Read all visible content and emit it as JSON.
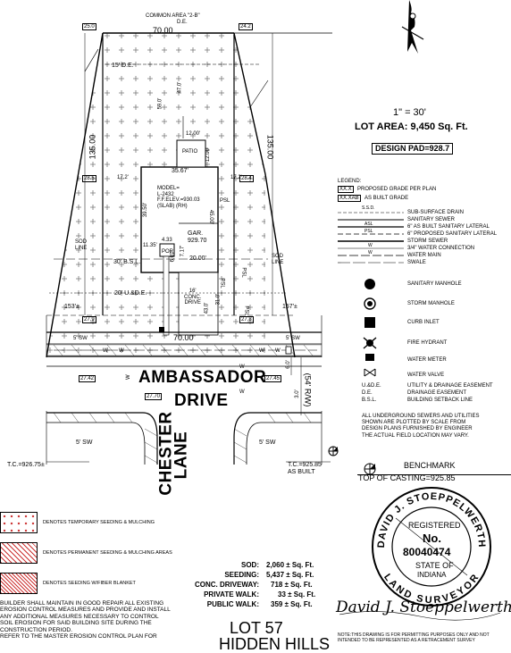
{
  "plan": {
    "common_area": "COMMON AREA \"2-B\"",
    "de_top": "D.E.",
    "width_top": "70.00",
    "corner_tl": "25.0",
    "corner_tr": "24.2",
    "de_15": "15' D.E.",
    "dim_47": "47.0'",
    "dim_59": "59.0'",
    "dim_135_left": "135.00",
    "dim_135_right": "135.00",
    "patio_w": "12.00'",
    "patio": "PATIO",
    "patio_h": "12.00'",
    "house_w": "35.67'",
    "side_left": "17.2'",
    "side_right": "17.2'",
    "corner_ml": "28.5",
    "corner_mr": "28.4",
    "model": "MODEL=\nL-2432\nF.F.ELEV.=930.03\n(SLAB) (RH)",
    "house_d": "39.50'",
    "house_d2": "45.00'",
    "psl_a": "PSL",
    "gar": "GAR.\n929.70",
    "dim_433": "4.33",
    "dim_1135": "11.35'",
    "dim_607": "6.07'",
    "por": "POR",
    "dim_717": "7.17'",
    "gar_w": "20.00'",
    "sod_line_l": "SOD\nLINE",
    "sod_line_r": "SOD\nLINE",
    "bsl": "30' B.S.L.",
    "psl_b": "PSL",
    "psl_c": "PSL",
    "ude": "20' U.&D.E.",
    "conc_drive": "16'\nCONC.\nDRIVE",
    "dim_310": "31.0'",
    "dim_430": "43.0'",
    "psl_d": "PSL",
    "lot_l": "153'±",
    "lot_r": "157'±",
    "corner_bl": "27.9",
    "corner_br": "27.8",
    "width_bottom": "70.00",
    "sw_top": "5' SW",
    "sw_top_r": "5' SW",
    "road_name": "AMBASSADOR",
    "road_name2": "DRIVE",
    "row_54": "(54' R/W)",
    "grade_l": "27.42",
    "grade_r": "27.45",
    "grade_mid": "27.70",
    "dim_60": "6.0'",
    "dim_30": "3.0'",
    "sw_bot_l": "5' SW",
    "sw_bot_r": "5' SW",
    "chester": "CHESTER",
    "lane": "LANE",
    "tc_left": "T.C.=926.75±",
    "tc_right": "T.C.=925.85\nAS BUILT"
  },
  "info": {
    "scale": "1\" = 30'",
    "lot_area": "LOT AREA: 9,450  Sq. Ft.",
    "design_pad": "DESIGN PAD=928.7"
  },
  "legend": {
    "title": "LEGEND:",
    "items": [
      {
        "sym": "XX.X",
        "text": "PROPOSED GRADE PER PLAN"
      },
      {
        "sym": "XX.XAB",
        "text": "AS BUILT GRADE"
      },
      {
        "sym": "S.S.D.",
        "text": "SUB-SURFACE DRAIN"
      },
      {
        "sym": "",
        "text": "SANITARY SEWER"
      },
      {
        "sym": "ASL",
        "text": "6\" AS BUILT SANITARY LATERAL"
      },
      {
        "sym": "PSL",
        "text": "6\" PROPOSED SANITARY LATERAL"
      },
      {
        "sym": "",
        "text": "STORM SEWER"
      },
      {
        "sym": "W",
        "text": "3/4\" WATER CONNECTION"
      },
      {
        "sym": "W",
        "text": "WATER MAIN"
      },
      {
        "sym": "",
        "text": "SWALE"
      }
    ],
    "symbols": [
      {
        "icon": "sanitary-manhole",
        "text": "SANITARY MANHOLE"
      },
      {
        "icon": "storm-manhole",
        "text": "STORM MANHOLE"
      },
      {
        "icon": "curb-inlet",
        "text": "CURB INLET"
      },
      {
        "icon": "fire-hydrant",
        "text": "FIRE HYDRANT"
      },
      {
        "icon": "water-meter",
        "text": "WATER METER"
      },
      {
        "icon": "water-valve",
        "text": "WATER VALVE"
      }
    ],
    "abbrev": [
      {
        "k": "U.&D.E.",
        "v": "UTILITY & DRAINAGE EASEMENT"
      },
      {
        "k": "D.E.",
        "v": "DRAINAGE EASEMENT"
      },
      {
        "k": "B.S.L.",
        "v": "BUILDING SETBACK LINE"
      }
    ],
    "note": "ALL UNDERGROUND SEWERS AND UTILITIES\nSHOWN ARE PLOTTED BY SCALE FROM\nDESIGN PLANS FURNISHED BY ENGINEER\nTHE ACTUAL FIELD LOCATION MAY VARY.",
    "benchmark": "BENCHMARK",
    "benchmark_val": "TOP OF CASTING=925.85"
  },
  "seeding_legend": [
    {
      "kind": "temp",
      "text": "DENOTES TEMPORARY SEEDING & MULCHING"
    },
    {
      "kind": "perm",
      "text": "DENOTES PERMANENT SEEDING & MULCHING AREAS"
    },
    {
      "kind": "blanket",
      "text": "DENOTES SEEDING W/FIBER BLANKET"
    }
  ],
  "builder_note": "BUILDER SHALL MAINTAIN IN GOOD REPAIR ALL EXISTING\nEROSION CONTROL MEASURES AND PROVIDE AND INSTALL\nANY ADDITIONAL MEASURES NECESSARY TO CONTROL\nSOIL EROSION FOR SAID BUILDING SITE DURING THE\nCONSTRUCTION PERIOD.\nREFER TO THE MASTER EROSION CONTROL PLAN FOR",
  "quantities": [
    {
      "label": "SOD:",
      "value": "2,060 ±  Sq. Ft."
    },
    {
      "label": "SEEDING:",
      "value": "5,437 ±  Sq. Ft."
    },
    {
      "label": "CONC. DRIVEWAY:",
      "value": "718 ±  Sq. Ft."
    },
    {
      "label": "PRIVATE WALK:",
      "value": "33 ±  Sq. Ft."
    },
    {
      "label": "PUBLIC WALK:",
      "value": "359 ±  Sq. Ft."
    }
  ],
  "title_block": {
    "lot": "LOT 57",
    "sub": "HIDDEN HILLS"
  },
  "seal": {
    "name": "DAVID J. STOEPPELWERTH",
    "registered": "REGISTERED",
    "no": "No.",
    "number": "80040474",
    "state_of": "STATE OF",
    "state": "INDIANA",
    "role": "LAND SURVEYOR"
  },
  "signature": "David J. Stoeppelwerth",
  "footer_note": "NOTE:THIS DRAWING IS FOR PERMITTING PURPOSES ONLY AND NOT\nINTENDED TO BE REPRESENTED AS A RETRACEMENT SURVEY",
  "colors": {
    "hatch": "#cc3333",
    "line": "#000000"
  }
}
